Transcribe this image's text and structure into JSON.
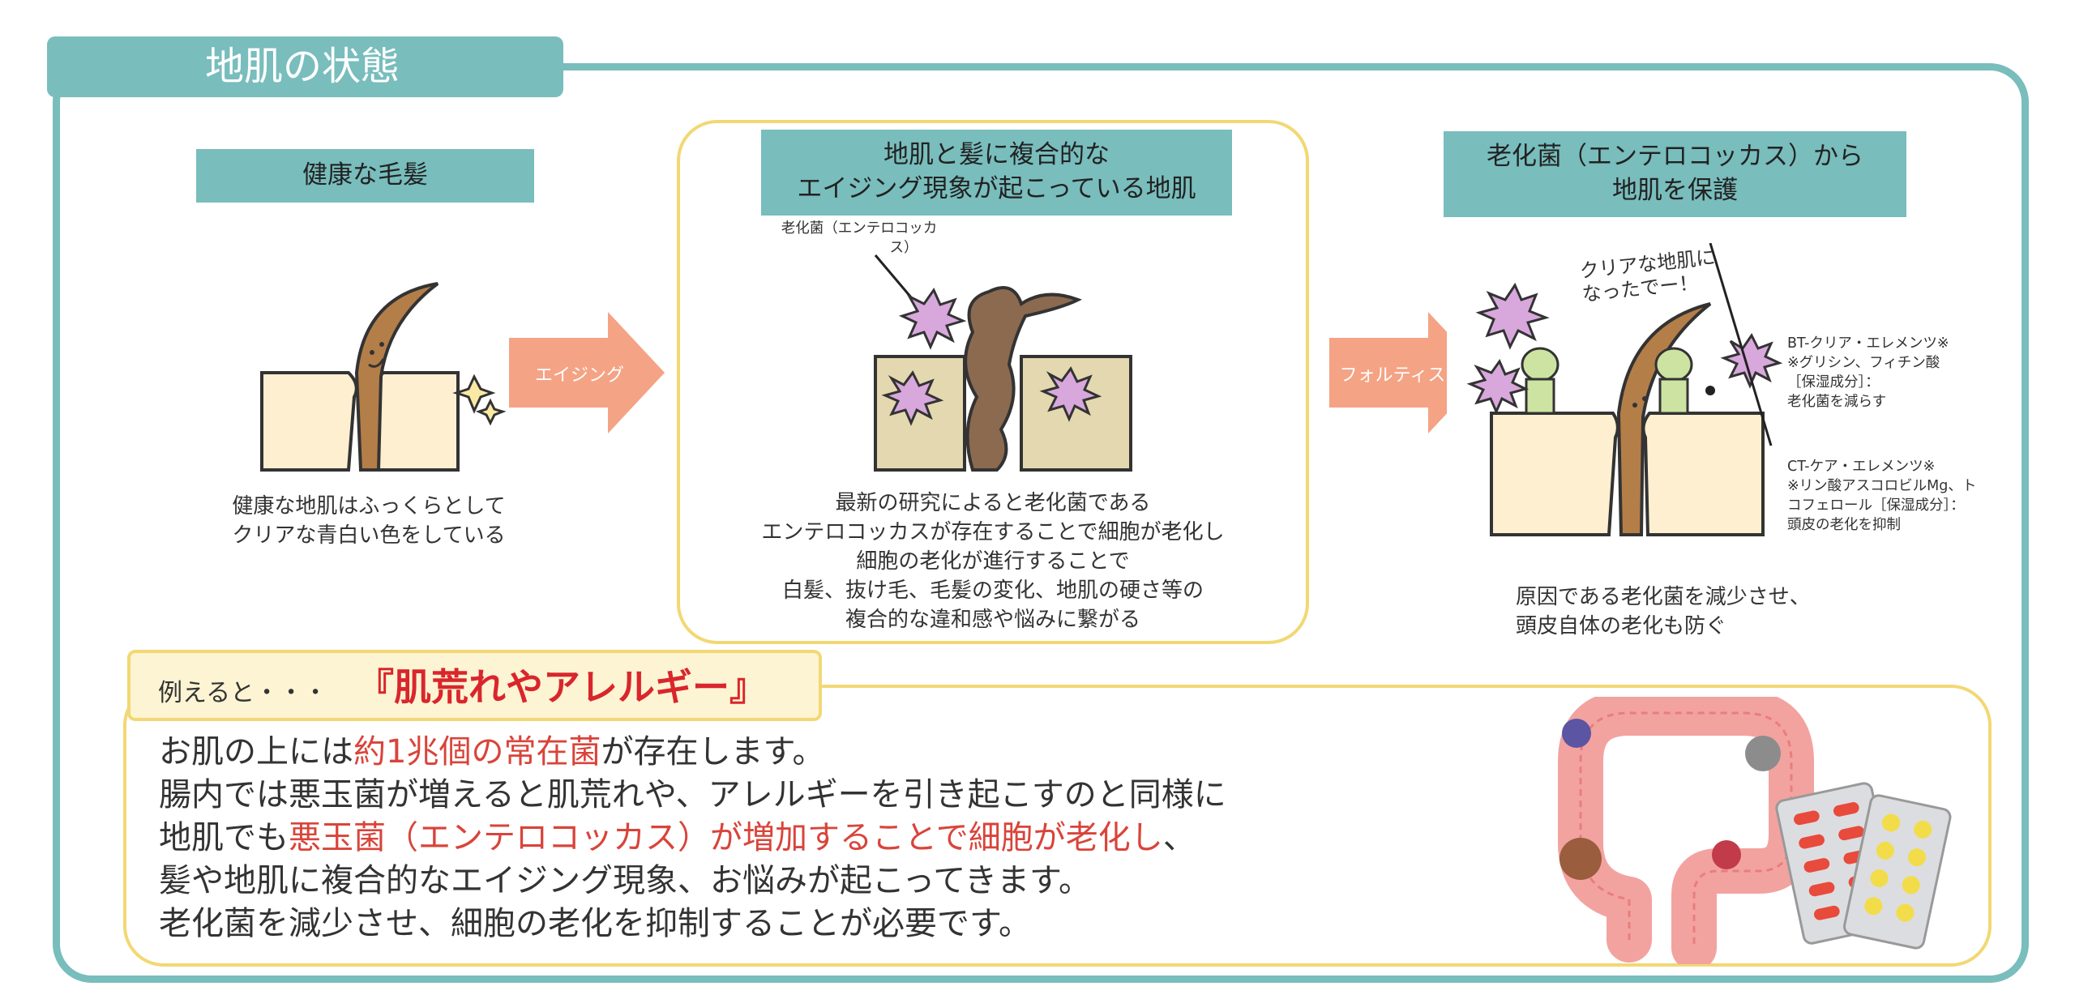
{
  "section_title": "地肌の状態",
  "panels": [
    {
      "header": [
        "健康な毛髪"
      ],
      "description": [
        "健康な地肌はふっくらとして",
        "クリアな青白い色をしている"
      ]
    },
    {
      "header": [
        "地肌と髪に複合的な",
        "エイジング現象が起こっている地肌"
      ],
      "callout": [
        "老化菌（エンテロコッカ",
        "ス）"
      ],
      "description": [
        "最新の研究によると老化菌である",
        "エンテロコッカスが存在することで細胞が老化し",
        "細胞の老化が進行することで",
        "白髪、抜け毛、毛髪の変化、地肌の硬さ等の",
        "複合的な違和感や悩みに繋がる"
      ]
    },
    {
      "header": [
        "老化菌（エンテロコッカス）から",
        "地肌を保護"
      ],
      "speech": [
        "クリアな地肌に",
        "なったでー！"
      ],
      "ingredient_bt": [
        "BT-クリア・エレメンツ※",
        "※グリシン、フィチン酸",
        "［保湿成分］：",
        "老化菌を減らす"
      ],
      "ingredient_ct": [
        "CT-ケア・エレメンツ※",
        "※リン酸アスコロビルMg、ト",
        "コフェロール［保湿成分］：",
        "頭皮の老化を抑制"
      ],
      "description": [
        "原因である老化菌を減少させ、",
        "頭皮自体の老化も防ぐ"
      ]
    }
  ],
  "arrows": [
    "エイジング",
    "フォルティス"
  ],
  "example": {
    "lead": "例えると・・・",
    "highlight": "『肌荒れやアレルギー』",
    "line1": {
      "a": "お肌の上には",
      "b": "約1兆個の常在菌",
      "c": "が存在します。"
    },
    "line2": "腸内では悪玉菌が増えると肌荒れや、アレルギーを引き起こすのと同様に",
    "line3": {
      "a": "地肌でも",
      "b": "悪玉菌（エンテロコッカス）が増加することで細胞が老化し",
      "c": "、"
    },
    "line4": "髪や地肌に複合的なエイジング現象、お悩みが起こってきます。",
    "line5": "老化菌を減少させ、細胞の老化を抑制することが必要です。"
  },
  "colors": {
    "teal": "#79bdbd",
    "yellow_border": "#f2d874",
    "arrow": "#f4a385",
    "highlight_red": "#d9262c",
    "text_red": "#d9443a"
  }
}
